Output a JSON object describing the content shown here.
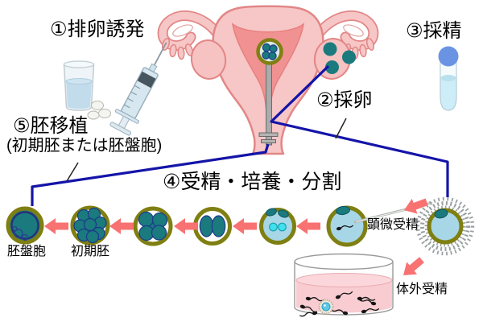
{
  "labels": {
    "step1": "①排卵誘発",
    "step2": "②採卵",
    "step3": "③採精",
    "step4": "④受精・培養・分割",
    "step5": "⑤胚移植",
    "step5_note": "(初期胚または胚盤胞)",
    "icsi": "顕微受精",
    "ivf": "体外受精",
    "blastocyst": "胚盤胞",
    "early_embryo": "初期胚"
  },
  "icons": {
    "glass": "water-glass-icon",
    "pills": "pill-tablets-icon",
    "syringe": "syringe-icon",
    "uterus": "uterus-ovaries-illustration",
    "semen_tube": "sample-tube-icon",
    "catheter": "transfer-catheter-icon",
    "petri_dish": "culture-dish-icon",
    "egg_with_cumulus": "retrieved-oocyte-icon",
    "sperm": "sperm-icon",
    "arrow": "left-arrow-icon"
  },
  "colors": {
    "line_blue": "#1414a8",
    "arrow_red": "#f87272",
    "olive_ring": "#7f7f12",
    "teal_cell": "#1a7a7e",
    "egg_blue": "#a7d6e6",
    "pronuclei_cyan": "#41e0ee",
    "uterus_pink": "#f7c6c6",
    "uterus_outline": "#e28686",
    "cavity_pink": "#f19292",
    "medium_pink": "#f8ccd1",
    "cap_blue": "#6b93e4"
  }
}
